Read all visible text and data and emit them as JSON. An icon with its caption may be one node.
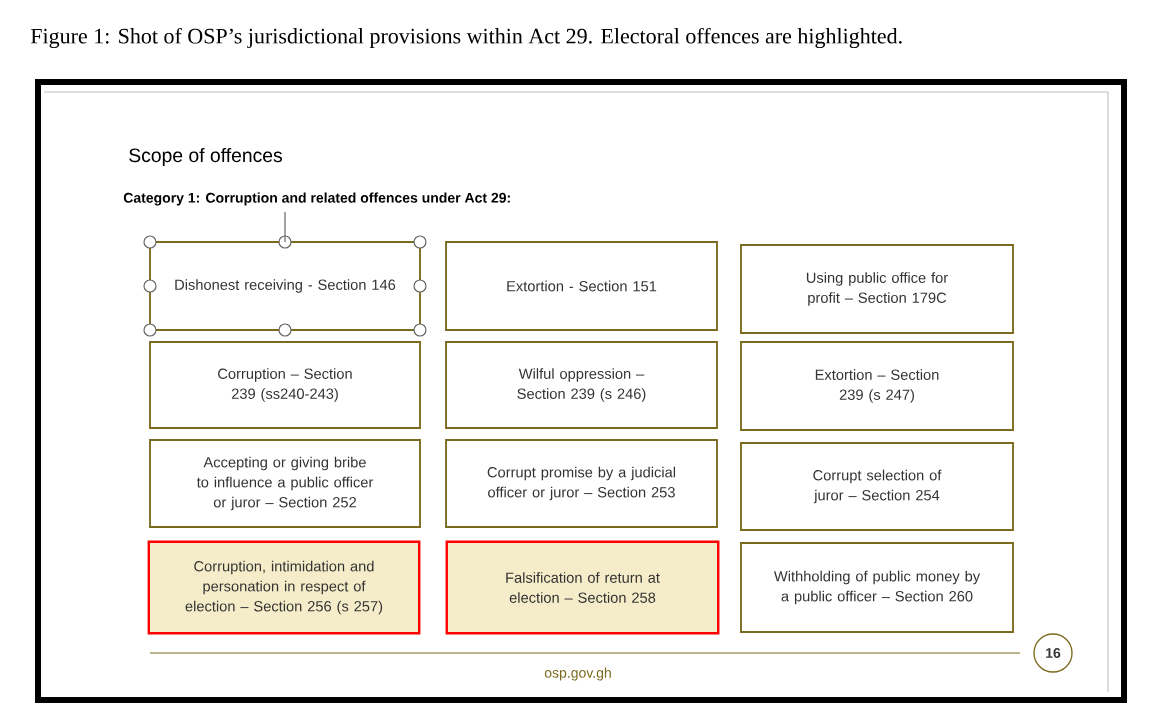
{
  "diagram": {
    "caption": "Figure 1: Shot of OSP’s jurisdictional provisions within Act 29. Electoral offences are highlighted.",
    "title": "Scope of offences",
    "nodes": [
      {
        "text": [
          "Dishonest receiving - Section 146"
        ]
      },
      {
        "text": [
          "Extortion - Section 151"
        ]
      },
      {
        "text": [
          "Using public office for profit – Section 179C"
        ]
      },
      {
        "text": [
          "Corruption – Section 239 (ss240-243)"
        ]
      },
      {
        "text": [
          "Wilful oppression – Section 239 (s 246)"
        ]
      },
      {
        "text": [
          "Extortion – Section 239 (s 247)"
        ]
      },
      {
        "text": [
          "Accepting or giving bribe to influence a public officer or juror – Section 252"
        ]
      },
      {
        "text": [
          "Corrupt promise by a judicial officer or juror – Section 253"
        ]
      },
      {
        "text": [
          "Corrupt selection of juror – Section 254"
        ]
      },
      {
        "text": [
          "Corruption, intimidation and personation in respect of election – Section 256 (s 257)"
        ]
      },
      {
        "text": [
          "Falsification of return at election – Section 258"
        ]
      },
      {
        "text": [
          "Withholding of public money by a public officer – Section 260"
        ]
      },
      {
        "text": [
          "16"
        ]
      }
    ],
    "labels": [
      "Category 1: Corruption and related offences under Act 29:",
      "osp.gov.gh"
    ]
  }
}
